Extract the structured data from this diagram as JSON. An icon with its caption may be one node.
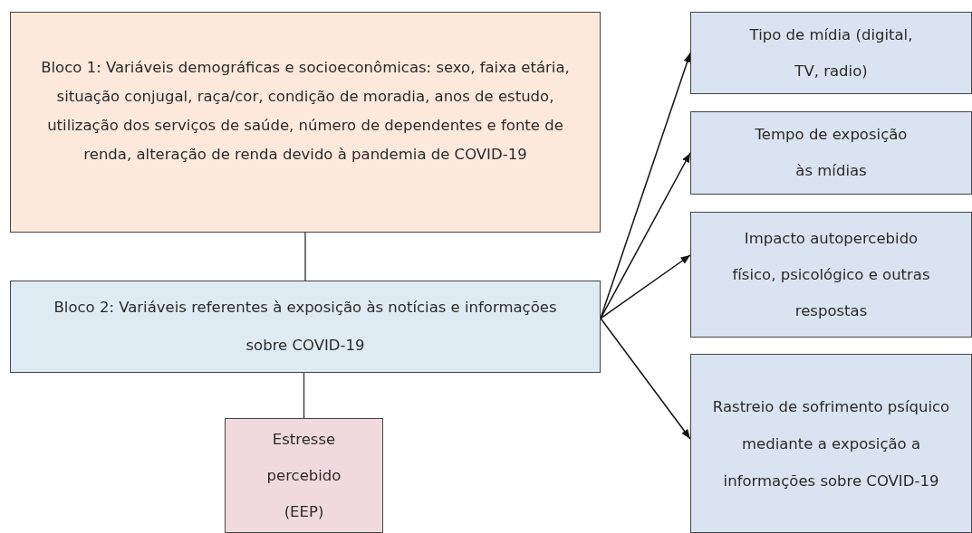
{
  "diagram": {
    "nodes": [
      {
        "text": [
          "Bloco 1: Variáveis demográficas e socioeconômicas: sexo, faixa etária, situação conjugal, raça/cor, condição de moradia, anos de estudo, utilização dos serviços de saúde, número de dependentes e fonte de renda, alteração de renda devido à pandemia de COVID-19"
        ]
      },
      {
        "text": [
          "Bloco 2: Variáveis referentes à exposição às notícias e informações sobre COVID-19"
        ]
      },
      {
        "text": [
          "Estresse percebido (EEP)"
        ]
      },
      {
        "text": [
          "Tipo de mídia (digital, TV, radio)"
        ]
      },
      {
        "text": [
          "Tempo de exposição às mídias"
        ]
      },
      {
        "text": [
          "Impacto autopercebido físico,  psicológico e outras respostas"
        ]
      },
      {
        "text": [
          "Rastreio de sofrimento psíquico mediante a exposição a informações sobre COVID-19"
        ]
      }
    ],
    "edges": [
      {
        "from": 0,
        "to": 1,
        "arrow": "none"
      },
      {
        "from": 1,
        "to": 2,
        "arrow": "none"
      },
      {
        "from": 1,
        "to": 3,
        "arrow": "to"
      },
      {
        "from": 1,
        "to": 4,
        "arrow": "to"
      },
      {
        "from": 1,
        "to": 5,
        "arrow": "to"
      },
      {
        "from": 1,
        "to": 6,
        "arrow": "to"
      }
    ]
  }
}
